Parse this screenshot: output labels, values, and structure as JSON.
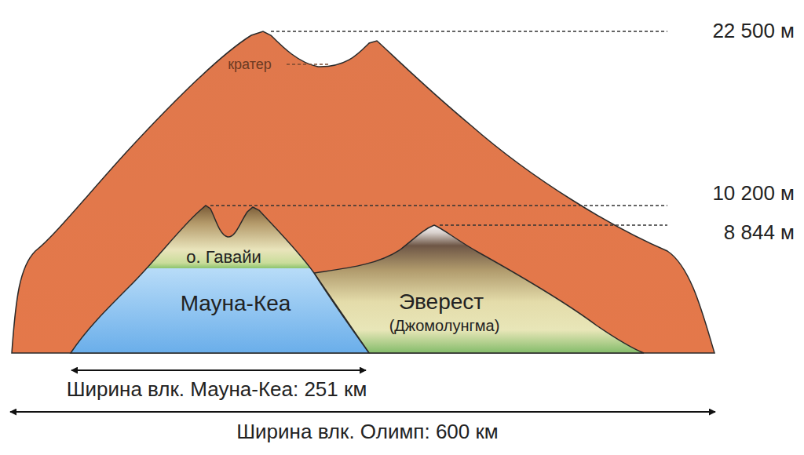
{
  "diagram": {
    "nodes": [
      {
        "text": [
          "о. Гавайи",
          "Мауна-Кеа"
        ]
      },
      {
        "text": [
          "Эверест",
          "(Джомолунгма)"
        ]
      }
    ],
    "labels": [
      "22 500 м",
      "кратер",
      "10 200 м",
      "8 844 м",
      "Ширина влк. Мауна-Кеа: 251 км",
      "Ширина влк. Олимп: 600 км"
    ]
  }
}
